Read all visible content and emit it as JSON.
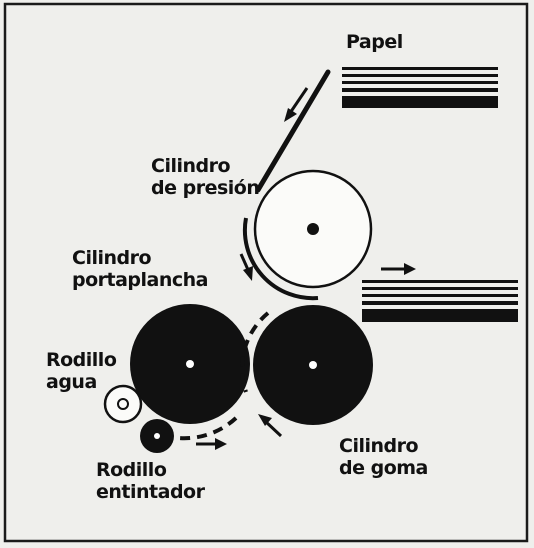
{
  "labels": {
    "papel": "Papel",
    "cilindro_presion_1": "Cilindro",
    "cilindro_presion_2": "de presión",
    "cilindro_portaplancha_1": "Cilindro",
    "cilindro_portaplancha_2": "portaplancha",
    "rodillo_agua_1": "Rodillo",
    "rodillo_agua_2": "agua",
    "rodillo_entintador_1": "Rodillo",
    "rodillo_entintador_2": "entintador",
    "cilindro_goma_1": "Cilindro",
    "cilindro_goma_2": "de goma"
  },
  "colors": {
    "background": "#efefec",
    "ink": "#111111",
    "frame": "#1a1a1a"
  }
}
